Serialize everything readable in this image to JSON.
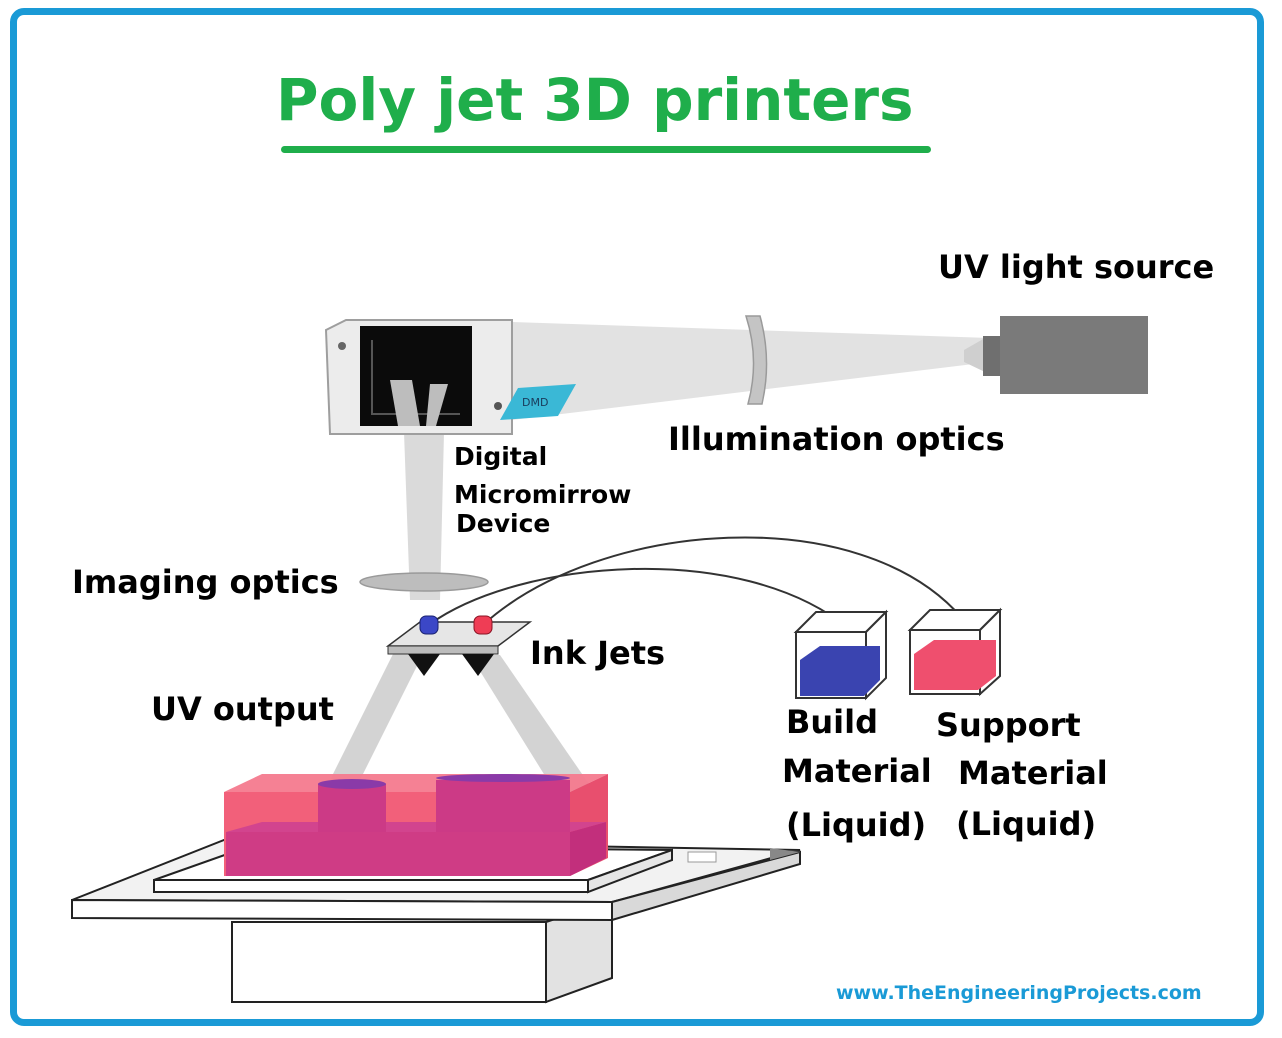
{
  "title": "Poly jet 3D printers",
  "labels": {
    "uv_light_source": "UV light source",
    "illumination_optics": "Illumination optics",
    "dmd_line1": "Digital",
    "dmd_line2": "Micromirrow",
    "dmd_line3": "Device",
    "imaging_optics": "Imaging optics",
    "ink_jets": "Ink Jets",
    "uv_output": "UV output",
    "build_line1": "Build",
    "build_line2": "Material",
    "build_line3": "(Liquid)",
    "support_line1": "Support",
    "support_line2": "Material",
    "support_line3": "(Liquid)",
    "dmd_chip": "DMD"
  },
  "watermark": "www.TheEngineeringProjects.com",
  "colors": {
    "title_green": "#1fae4b",
    "frame_blue": "#1a9ad6",
    "build_material": "#3a44b0",
    "support_material": "#ef4f6e",
    "part_pink": "#f2607a",
    "part_magenta": "#cc3a86",
    "dmd_chip": "#3ab8d6"
  }
}
